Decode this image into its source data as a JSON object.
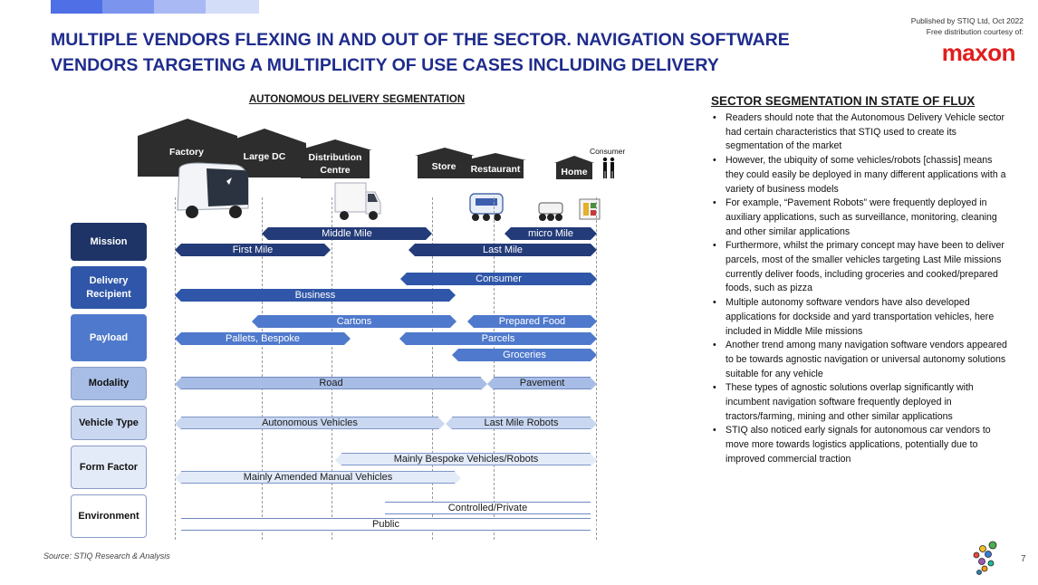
{
  "header": {
    "title_line1": "MULTIPLE VENDORS FLEXING IN AND OUT OF THE SECTOR. NAVIGATION SOFTWARE",
    "title_line2": "VENDORS TARGETING A MULTIPLICITY OF USE CASES INCLUDING DELIVERY",
    "published_line1": "Published by STIQ Ltd,  Oct 2022",
    "published_line2": "Free distribution courtesy of:",
    "sponsor_logo": "maxon"
  },
  "colors": {
    "title": "#1f2c8c",
    "logo": "#e11d1d",
    "deco_bars": [
      "#4e6fe6",
      "#7b94ee",
      "#a9b9f3",
      "#d4ddf8"
    ],
    "dark_navy": "#233b78"
  },
  "diagram": {
    "title": "AUTONOMOUS DELIVERY SEGMENTATION",
    "locations": {
      "factory": "Factory",
      "large_dc": "Large DC",
      "distribution_line1": "Distribution",
      "distribution_line2": "Centre",
      "store": "Store",
      "restaurant": "Restaurant",
      "home": "Home",
      "consumer": "Consumer"
    },
    "rows": {
      "mission": "Mission",
      "delivery_line1": "Delivery",
      "delivery_line2": "Recipient",
      "payload": "Payload",
      "modality": "Modality",
      "vehicle_type": "Vehicle Type",
      "form_factor": "Form Factor",
      "environment": "Environment"
    },
    "arrows": {
      "middle_mile": "Middle Mile",
      "micro_mile": "micro Mile",
      "first_mile": "First Mile",
      "last_mile": "Last Mile",
      "consumer": "Consumer",
      "business": "Business",
      "cartons": "Cartons",
      "prepared_food": "Prepared Food",
      "pallets": "Pallets, Bespoke",
      "parcels": "Parcels",
      "groceries": "Groceries",
      "road": "Road",
      "pavement": "Pavement",
      "autonomous_vehicles": "Autonomous Vehicles",
      "last_mile_robots": "Last Mile Robots",
      "bespoke": "Mainly Bespoke Vehicles/Robots",
      "amended": "Mainly Amended Manual Vehicles",
      "controlled": "Controlled/Private",
      "public": "Public"
    }
  },
  "sidebar": {
    "title": "SECTOR SEGMENTATION IN STATE OF FLUX",
    "bullets": [
      "Readers should note that the Autonomous Delivery Vehicle sector had certain characteristics that STIQ used to create its segmentation of the market",
      "However, the ubiquity of some vehicles/robots [chassis] means they could easily be deployed in many different applications with a variety of business models",
      "For example, “Pavement Robots” were frequently deployed in auxiliary applications, such as surveillance, monitoring, cleaning and other similar applications",
      "Furthermore, whilst the primary concept may have been to deliver parcels, most of the smaller vehicles targeting Last Mile missions currently deliver foods, including groceries and cooked/prepared foods, such as pizza",
      "Multiple autonomy software vendors have also developed applications for dockside and yard transportation vehicles, here included in Middle Mile missions",
      "Another trend among many navigation software vendors appeared to be towards agnostic navigation or universal autonomy solutions suitable for any vehicle",
      "These types of agnostic solutions overlap significantly with incumbent navigation software frequently deployed in tractors/farming, mining and other similar applications",
      "STIQ also noticed early signals for autonomous car vendors to move more towards logistics applications, potentially due to improved commercial traction"
    ]
  },
  "footer": {
    "source": "Source: STIQ Research & Analysis",
    "page": "7"
  }
}
